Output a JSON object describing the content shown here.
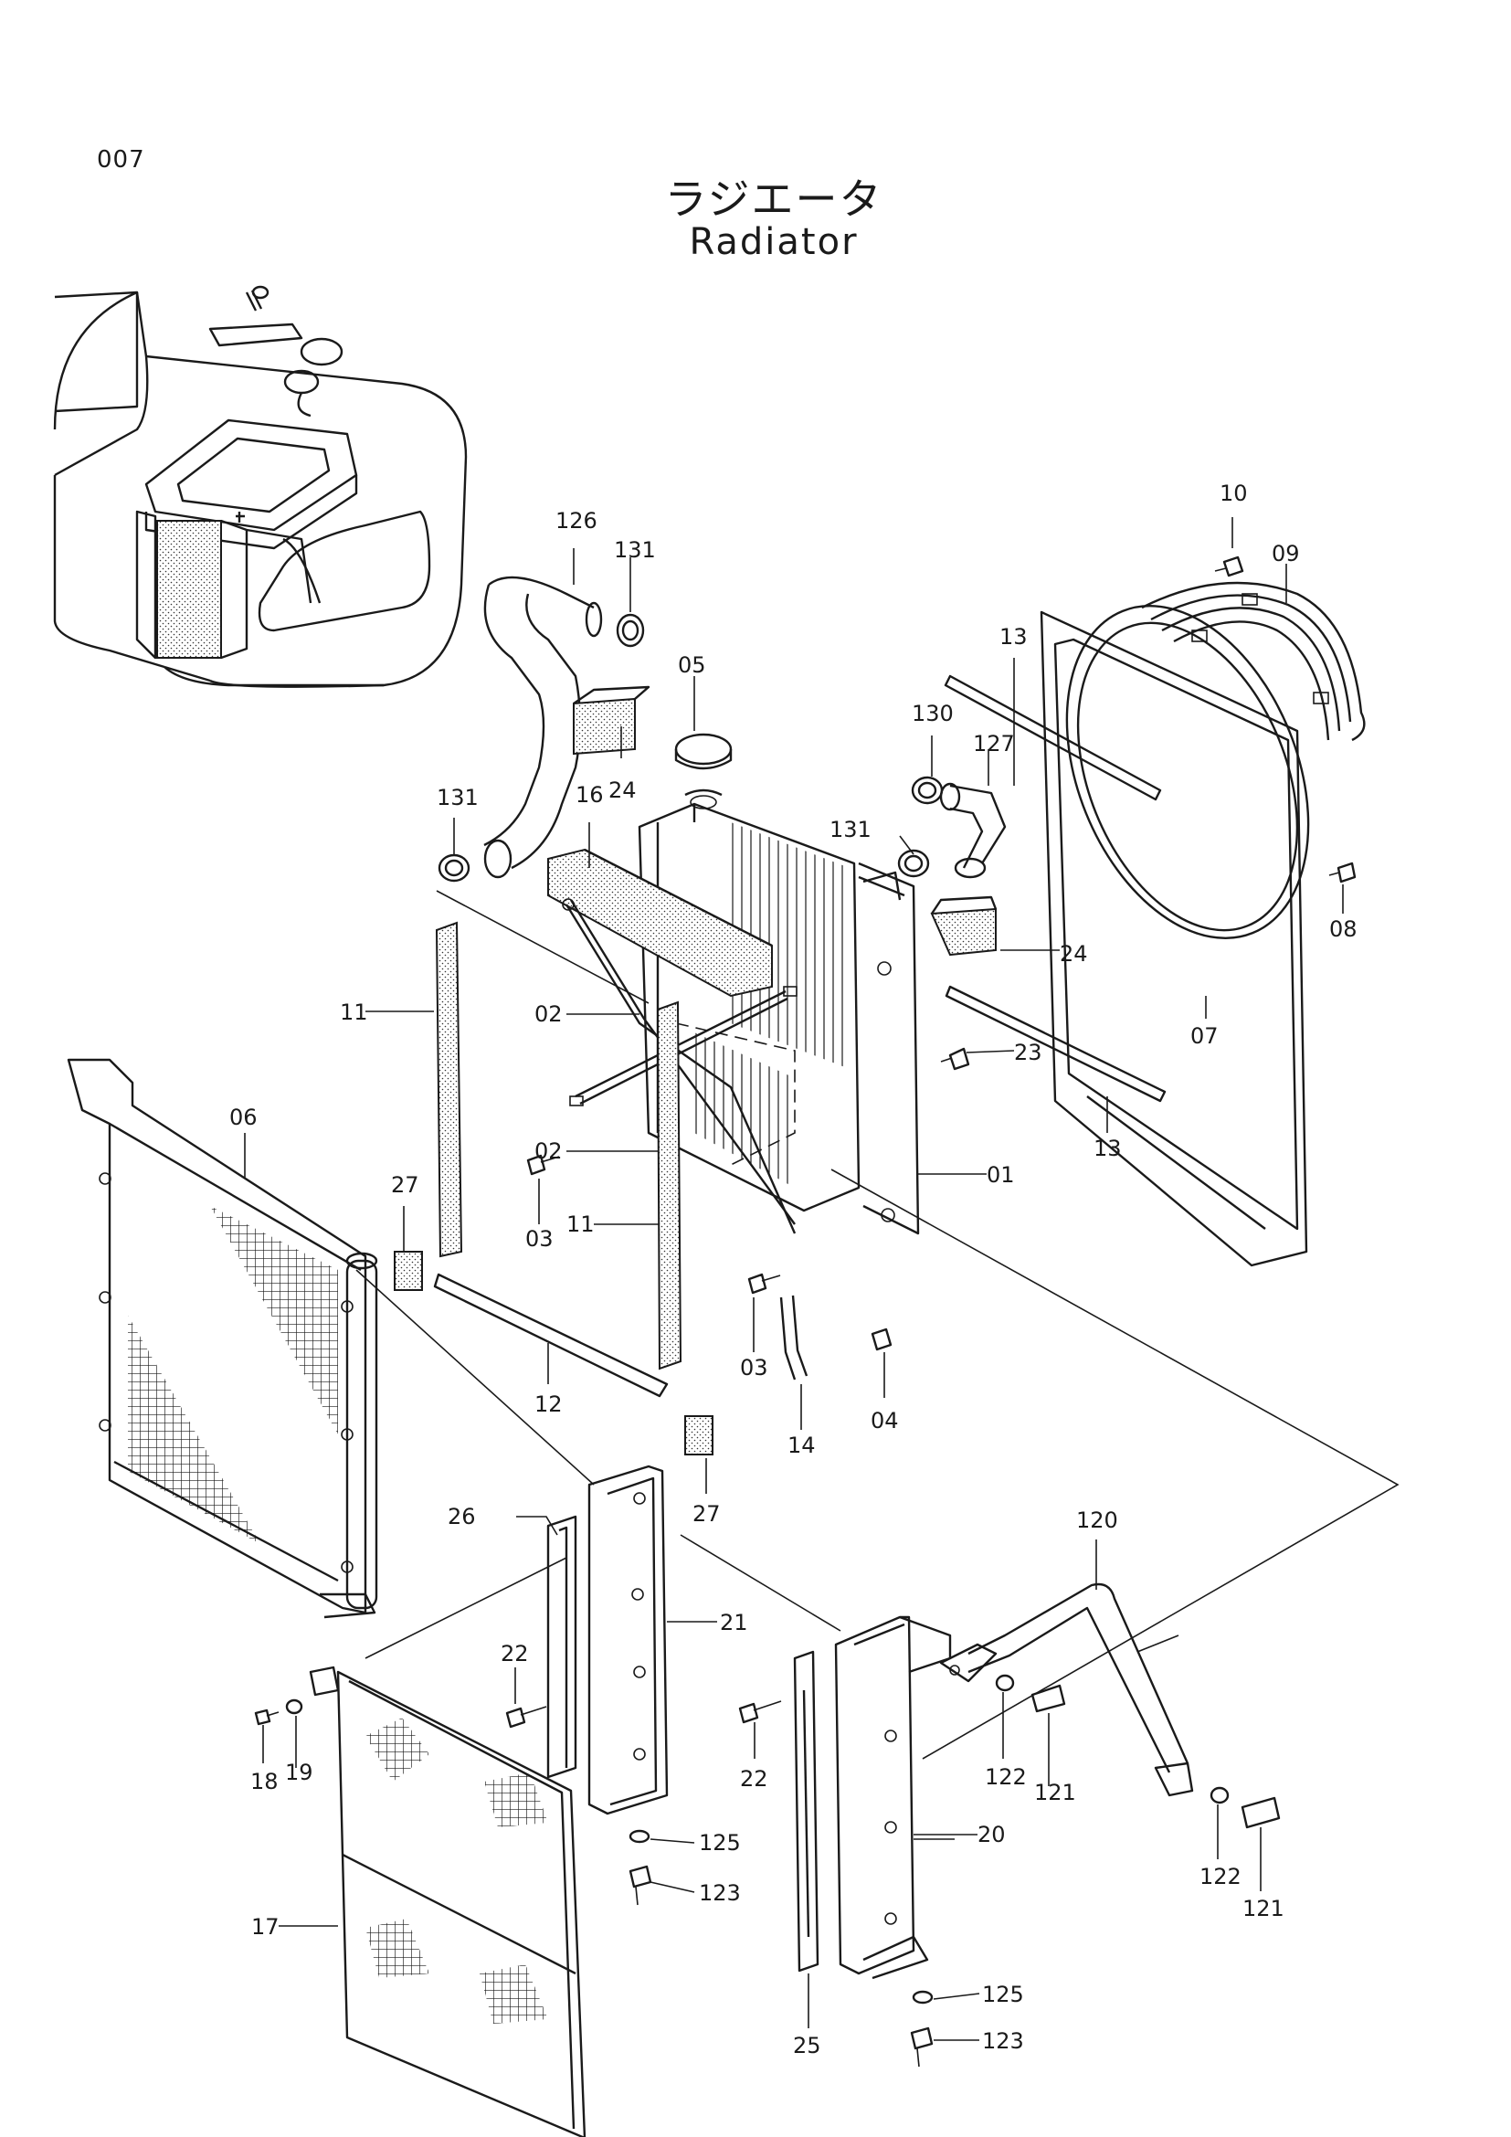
{
  "page_code": "007",
  "title_jp": "ラジエータ",
  "title_en": "Radiator",
  "callouts": [
    {
      "id": "c10",
      "label": "10"
    },
    {
      "id": "c09",
      "label": "09"
    },
    {
      "id": "c126",
      "label": "126"
    },
    {
      "id": "c131a",
      "label": "131"
    },
    {
      "id": "c05",
      "label": "05"
    },
    {
      "id": "c13a",
      "label": "13"
    },
    {
      "id": "c130",
      "label": "130"
    },
    {
      "id": "c127",
      "label": "127"
    },
    {
      "id": "c24a",
      "label": "24"
    },
    {
      "id": "c131b",
      "label": "131"
    },
    {
      "id": "c16",
      "label": "16"
    },
    {
      "id": "c131c",
      "label": "131"
    },
    {
      "id": "c08",
      "label": "08"
    },
    {
      "id": "c24b",
      "label": "24"
    },
    {
      "id": "c11a",
      "label": "11"
    },
    {
      "id": "c02a",
      "label": "02"
    },
    {
      "id": "c07",
      "label": "07"
    },
    {
      "id": "c06",
      "label": "06"
    },
    {
      "id": "c23",
      "label": "23"
    },
    {
      "id": "c02b",
      "label": "02"
    },
    {
      "id": "c01",
      "label": "01"
    },
    {
      "id": "c13b",
      "label": "13"
    },
    {
      "id": "c27a",
      "label": "27"
    },
    {
      "id": "c03a",
      "label": "03"
    },
    {
      "id": "c11b",
      "label": "11"
    },
    {
      "id": "c03b",
      "label": "03"
    },
    {
      "id": "c04",
      "label": "04"
    },
    {
      "id": "c12",
      "label": "12"
    },
    {
      "id": "c14",
      "label": "14"
    },
    {
      "id": "c27b",
      "label": "27"
    },
    {
      "id": "c120",
      "label": "120"
    },
    {
      "id": "c26",
      "label": "26"
    },
    {
      "id": "c21",
      "label": "21"
    },
    {
      "id": "c22a",
      "label": "22"
    },
    {
      "id": "c18",
      "label": "18"
    },
    {
      "id": "c19",
      "label": "19"
    },
    {
      "id": "c22b",
      "label": "22"
    },
    {
      "id": "c122a",
      "label": "122"
    },
    {
      "id": "c121a",
      "label": "121"
    },
    {
      "id": "c125a",
      "label": "125"
    },
    {
      "id": "c20",
      "label": "20"
    },
    {
      "id": "c123a",
      "label": "123"
    },
    {
      "id": "c122b",
      "label": "122"
    },
    {
      "id": "c121b",
      "label": "121"
    },
    {
      "id": "c17",
      "label": "17"
    },
    {
      "id": "c125b",
      "label": "125"
    },
    {
      "id": "c25",
      "label": "25"
    },
    {
      "id": "c123b",
      "label": "123"
    }
  ]
}
